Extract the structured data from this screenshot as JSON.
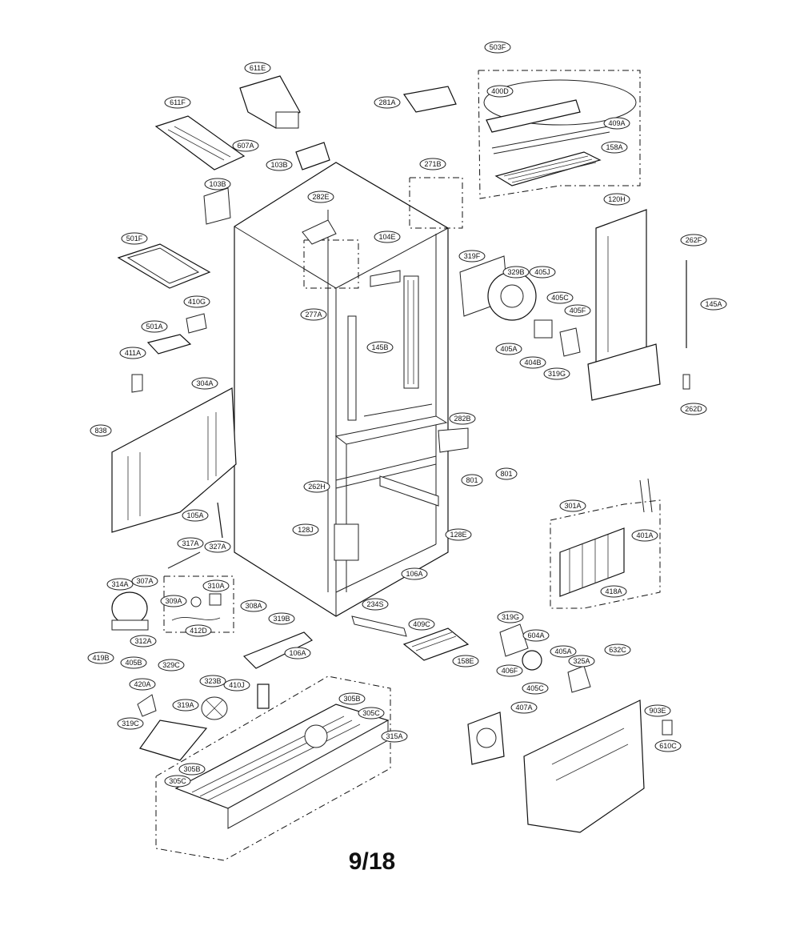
{
  "page_label": "9/18",
  "part_labels": [
    "611E",
    "611F",
    "607A",
    "103B",
    "281A",
    "503F",
    "400D",
    "409A",
    "158A",
    "120H",
    "103B",
    "282E",
    "271B",
    "104E",
    "319F",
    "329B",
    "405J",
    "405C",
    "405F",
    "501F",
    "410G",
    "501A",
    "411A",
    "145B",
    "405A",
    "404B",
    "319G",
    "262F",
    "145A",
    "262D",
    "304A",
    "838",
    "282B",
    "801",
    "801",
    "262H",
    "128J",
    "128E",
    "106A",
    "301A",
    "401A",
    "105A",
    "317A",
    "327A",
    "314A",
    "307A",
    "309A",
    "310A",
    "308A",
    "312A",
    "412D",
    "419B",
    "319B",
    "106A",
    "234S",
    "409C",
    "158E",
    "319G",
    "604A",
    "406F",
    "405A",
    "325A",
    "405C",
    "632C",
    "405B",
    "329C",
    "323B",
    "410J",
    "305B",
    "305C",
    "420A",
    "319A",
    "319C",
    "315A",
    "305B",
    "305C",
    "407A",
    "903E",
    "610C",
    "418A",
    "277A"
  ]
}
